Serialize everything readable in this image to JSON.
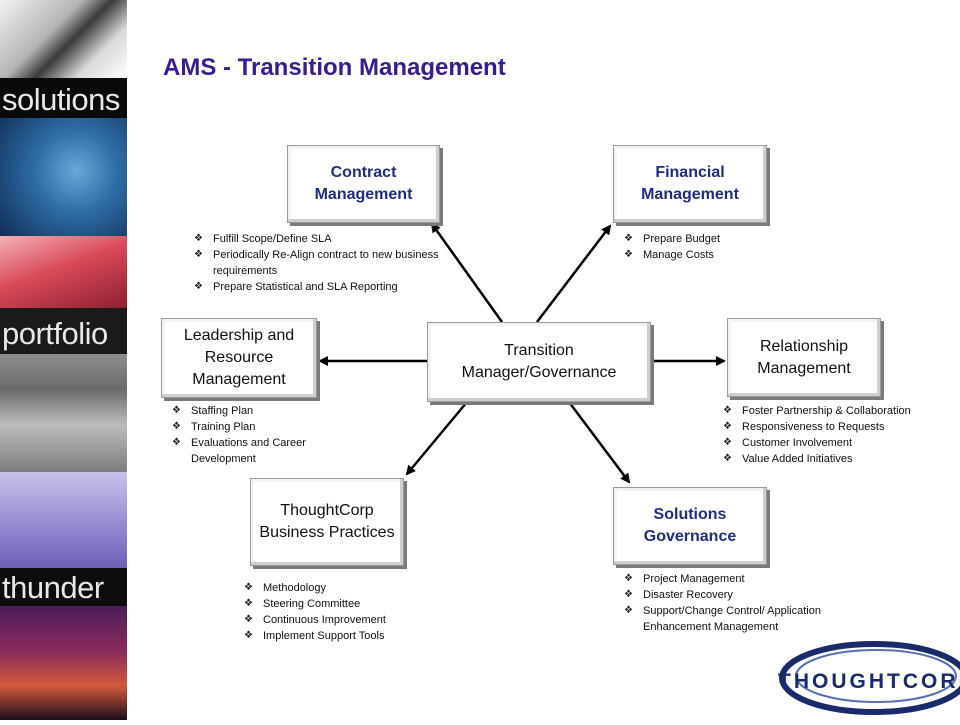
{
  "title": "AMS - Transition Management",
  "decor_strip": {
    "words": [
      "solutions",
      "portfolio",
      "thunder"
    ]
  },
  "center": {
    "label": "Transition Manager/Governance"
  },
  "nodes": {
    "contract": {
      "label": "Contract Management",
      "bullets": [
        "Fulfill Scope/Define SLA",
        "Periodically Re-Align contract to new business requirements",
        "Prepare Statistical and SLA Reporting"
      ]
    },
    "financial": {
      "label": "Financial Management",
      "bullets": [
        "Prepare Budget",
        "Manage Costs"
      ]
    },
    "leadership": {
      "label": "Leadership and Resource Management",
      "bullets": [
        "Staffing Plan",
        "Training Plan",
        "Evaluations and Career Development"
      ]
    },
    "relationship": {
      "label": "Relationship Management",
      "bullets": [
        "Foster Partnership & Collaboration",
        "Responsiveness to Requests",
        "Customer Involvement",
        "Value Added Initiatives"
      ]
    },
    "business": {
      "label": "ThoughtCorp Business Practices",
      "bullets": [
        "Methodology",
        "Steering Committee",
        "Continuous Improvement",
        "Implement Support Tools"
      ]
    },
    "solutions": {
      "label": "Solutions Governance",
      "bullets": [
        "Project Management",
        "Disaster Recovery",
        "Support/Change Control/ Application Enhancement Management"
      ]
    }
  },
  "logo": {
    "text": "THOUGHTCORP"
  },
  "colors": {
    "title": "#3a1d8a",
    "node_emphasis": "#1f2d7a",
    "logo": "#1b2a6b"
  }
}
